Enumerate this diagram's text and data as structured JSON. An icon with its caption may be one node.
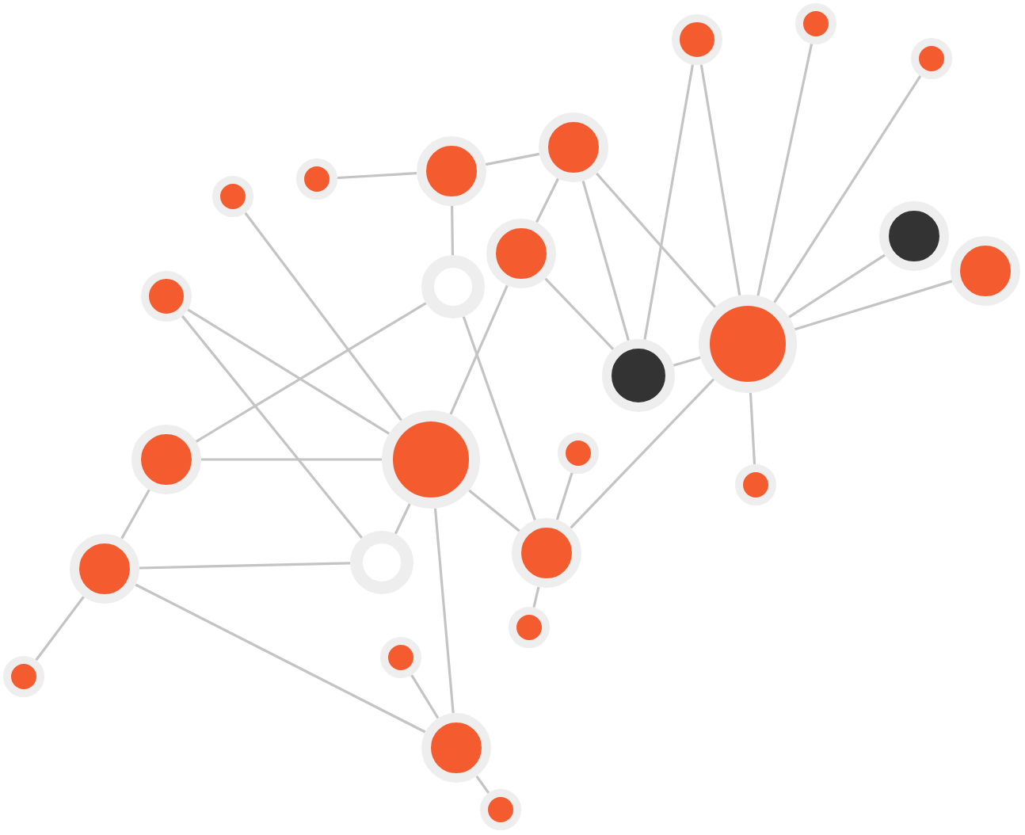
{
  "diagram": {
    "nodes": [
      {
        "text": [],
        "shape": "circle"
      },
      {
        "text": [],
        "shape": "circle"
      },
      {
        "text": [],
        "shape": "circle"
      },
      {
        "text": [],
        "shape": "circle"
      },
      {
        "text": [],
        "shape": "circle"
      },
      {
        "text": [],
        "shape": "circle"
      },
      {
        "text": [],
        "shape": "circle"
      },
      {
        "text": [],
        "shape": "circle"
      },
      {
        "text": [],
        "shape": "circle"
      },
      {
        "text": [],
        "shape": "circle"
      },
      {
        "text": [],
        "shape": "circle"
      },
      {
        "text": [],
        "shape": "circle"
      },
      {
        "text": [],
        "shape": "circle"
      },
      {
        "text": [],
        "shape": "circle"
      },
      {
        "text": [],
        "shape": "circle"
      },
      {
        "text": [],
        "shape": "circle"
      },
      {
        "text": [],
        "shape": "circle"
      },
      {
        "text": [],
        "shape": "circle"
      },
      {
        "text": [],
        "shape": "circle"
      },
      {
        "text": [],
        "shape": "circle"
      },
      {
        "text": [],
        "shape": "circle"
      },
      {
        "text": [],
        "shape": "circle"
      },
      {
        "text": [],
        "shape": "circle"
      },
      {
        "text": [],
        "shape": "circle"
      },
      {
        "text": [],
        "shape": "circle"
      },
      {
        "text": [],
        "shape": "circle"
      }
    ],
    "edges": [
      {
        "from": 4,
        "to": 3,
        "arrow": "none"
      },
      {
        "from": 5,
        "to": 4,
        "arrow": "none"
      },
      {
        "from": 4,
        "to": 10,
        "arrow": "none"
      },
      {
        "from": 3,
        "to": 7,
        "arrow": "none"
      },
      {
        "from": 3,
        "to": 13,
        "arrow": "none"
      },
      {
        "from": 3,
        "to": 12,
        "arrow": "none"
      },
      {
        "from": 7,
        "to": 13,
        "arrow": "none"
      },
      {
        "from": 7,
        "to": 14,
        "arrow": "none"
      },
      {
        "from": 6,
        "to": 14,
        "arrow": "none"
      },
      {
        "from": 0,
        "to": 13,
        "arrow": "none"
      },
      {
        "from": 0,
        "to": 12,
        "arrow": "none"
      },
      {
        "from": 1,
        "to": 12,
        "arrow": "none"
      },
      {
        "from": 2,
        "to": 12,
        "arrow": "none"
      },
      {
        "from": 8,
        "to": 12,
        "arrow": "none"
      },
      {
        "from": 9,
        "to": 12,
        "arrow": "none"
      },
      {
        "from": 13,
        "to": 12,
        "arrow": "none"
      },
      {
        "from": 12,
        "to": 17,
        "arrow": "none"
      },
      {
        "from": 12,
        "to": 19,
        "arrow": "none"
      },
      {
        "from": 10,
        "to": 15,
        "arrow": "none"
      },
      {
        "from": 10,
        "to": 19,
        "arrow": "none"
      },
      {
        "from": 11,
        "to": 14,
        "arrow": "none"
      },
      {
        "from": 11,
        "to": 18,
        "arrow": "none"
      },
      {
        "from": 15,
        "to": 14,
        "arrow": "none"
      },
      {
        "from": 14,
        "to": 18,
        "arrow": "none"
      },
      {
        "from": 14,
        "to": 19,
        "arrow": "none"
      },
      {
        "from": 14,
        "to": 24,
        "arrow": "none"
      },
      {
        "from": 15,
        "to": 20,
        "arrow": "none"
      },
      {
        "from": 20,
        "to": 18,
        "arrow": "none"
      },
      {
        "from": 20,
        "to": 24,
        "arrow": "none"
      },
      {
        "from": 23,
        "to": 20,
        "arrow": "none"
      },
      {
        "from": 16,
        "to": 19,
        "arrow": "none"
      },
      {
        "from": 19,
        "to": 21,
        "arrow": "none"
      },
      {
        "from": 22,
        "to": 24,
        "arrow": "none"
      },
      {
        "from": 24,
        "to": 25,
        "arrow": "none"
      }
    ]
  }
}
